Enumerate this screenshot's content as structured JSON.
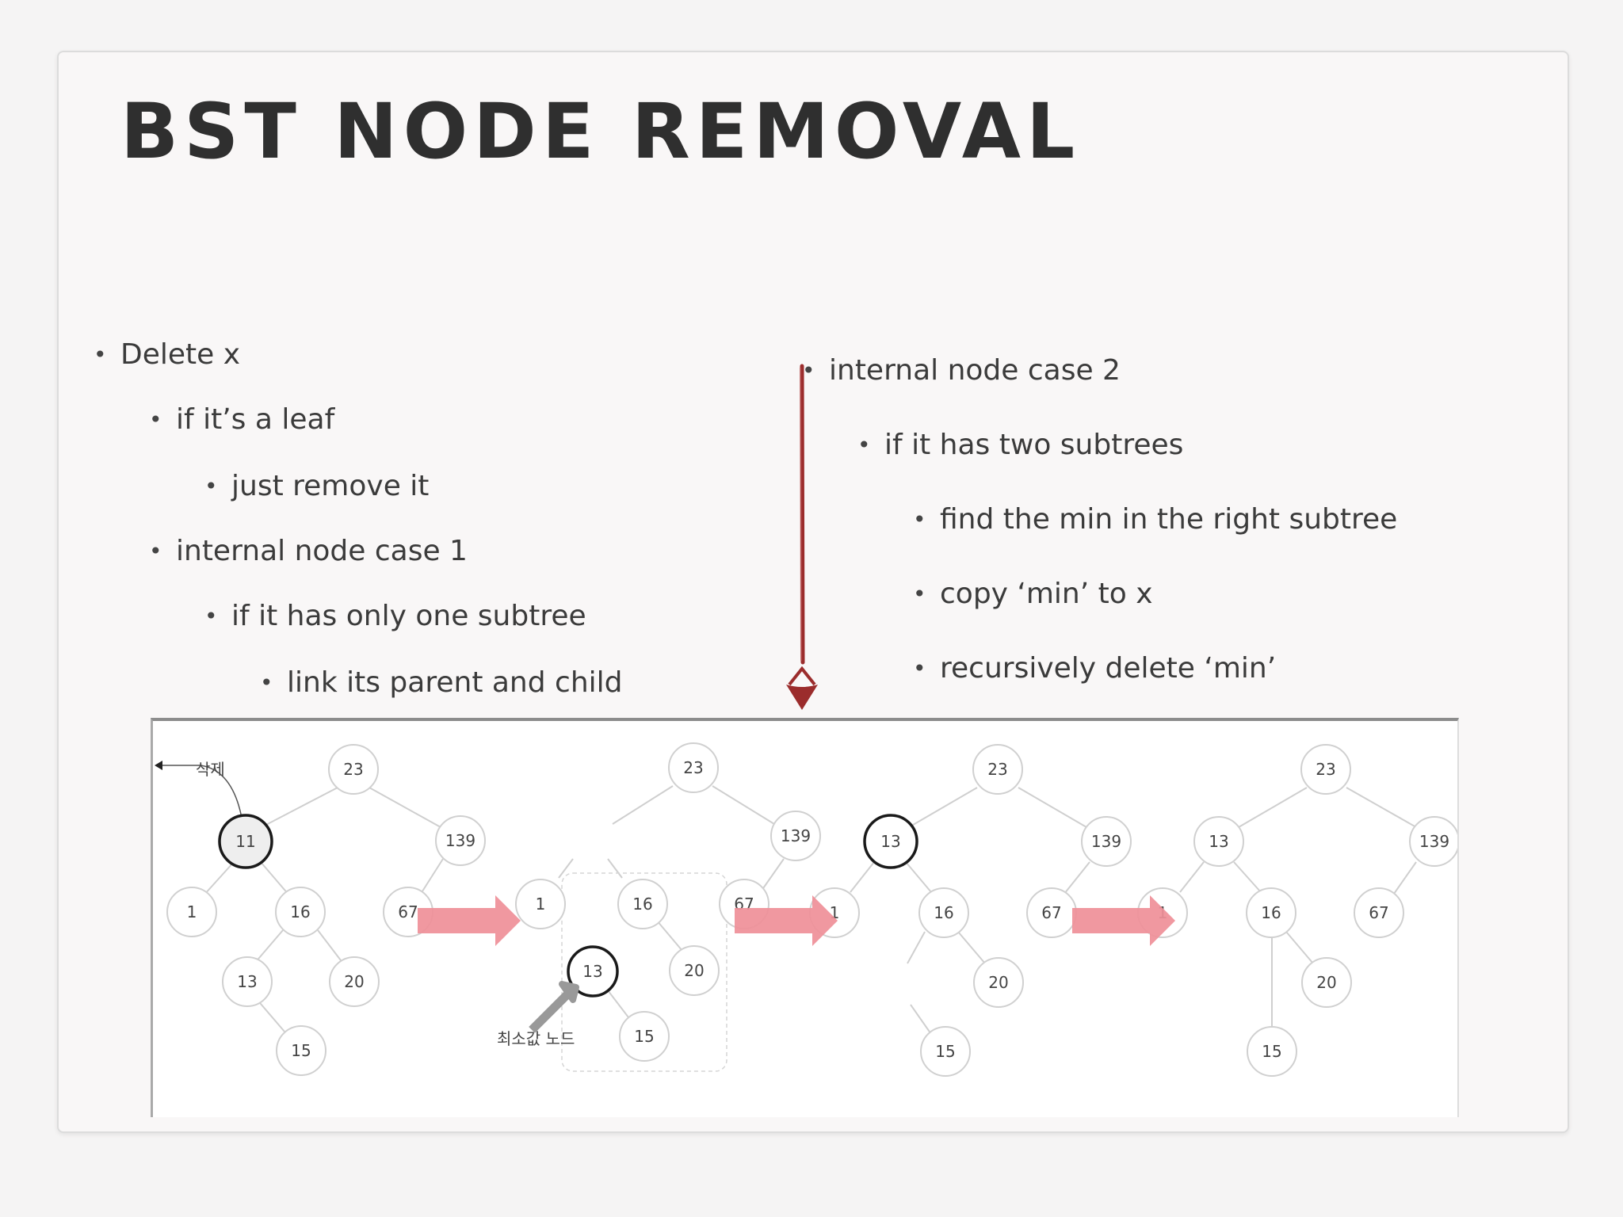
{
  "slide": {
    "title": "BST NODE REMOVAL",
    "left_bullets": [
      "Delete x",
      "if it’s a leaf",
      "just remove it",
      "internal node case 1",
      "if it has only one subtree",
      "link its parent and child"
    ],
    "right_bullets": [
      "internal node case 2",
      "if it has two subtrees",
      "find the min in the right subtree",
      "copy ‘min’ to x",
      "recursively delete ‘min’"
    ]
  },
  "diagram": {
    "delete_label": "삭제",
    "min_node_label": "최소값 노드",
    "tree1": {
      "n23": "23",
      "n11": "11",
      "n139": "139",
      "n1": "1",
      "n16": "16",
      "n67": "67",
      "n13": "13",
      "n20": "20",
      "n15": "15"
    },
    "tree2": {
      "n23": "23",
      "n139": "139",
      "n1": "1",
      "n16": "16",
      "n67": "67",
      "n13": "13",
      "n20": "20",
      "n15": "15"
    },
    "tree3": {
      "n23": "23",
      "n13": "13",
      "n139": "139",
      "n1": "1",
      "n16": "16",
      "n67": "67",
      "n20": "20",
      "n15": "15"
    },
    "tree4": {
      "n23": "23",
      "n13": "13",
      "n139": "139",
      "n1": "1",
      "n16": "16",
      "n67": "67",
      "n20": "20",
      "n15": "15"
    }
  },
  "colors": {
    "background": "#f5f4f4",
    "title": "#2f2f2f",
    "down_arrow": "#9b2c2c",
    "step_arrow": "#ef8f98",
    "min_pointer": "#999999"
  }
}
